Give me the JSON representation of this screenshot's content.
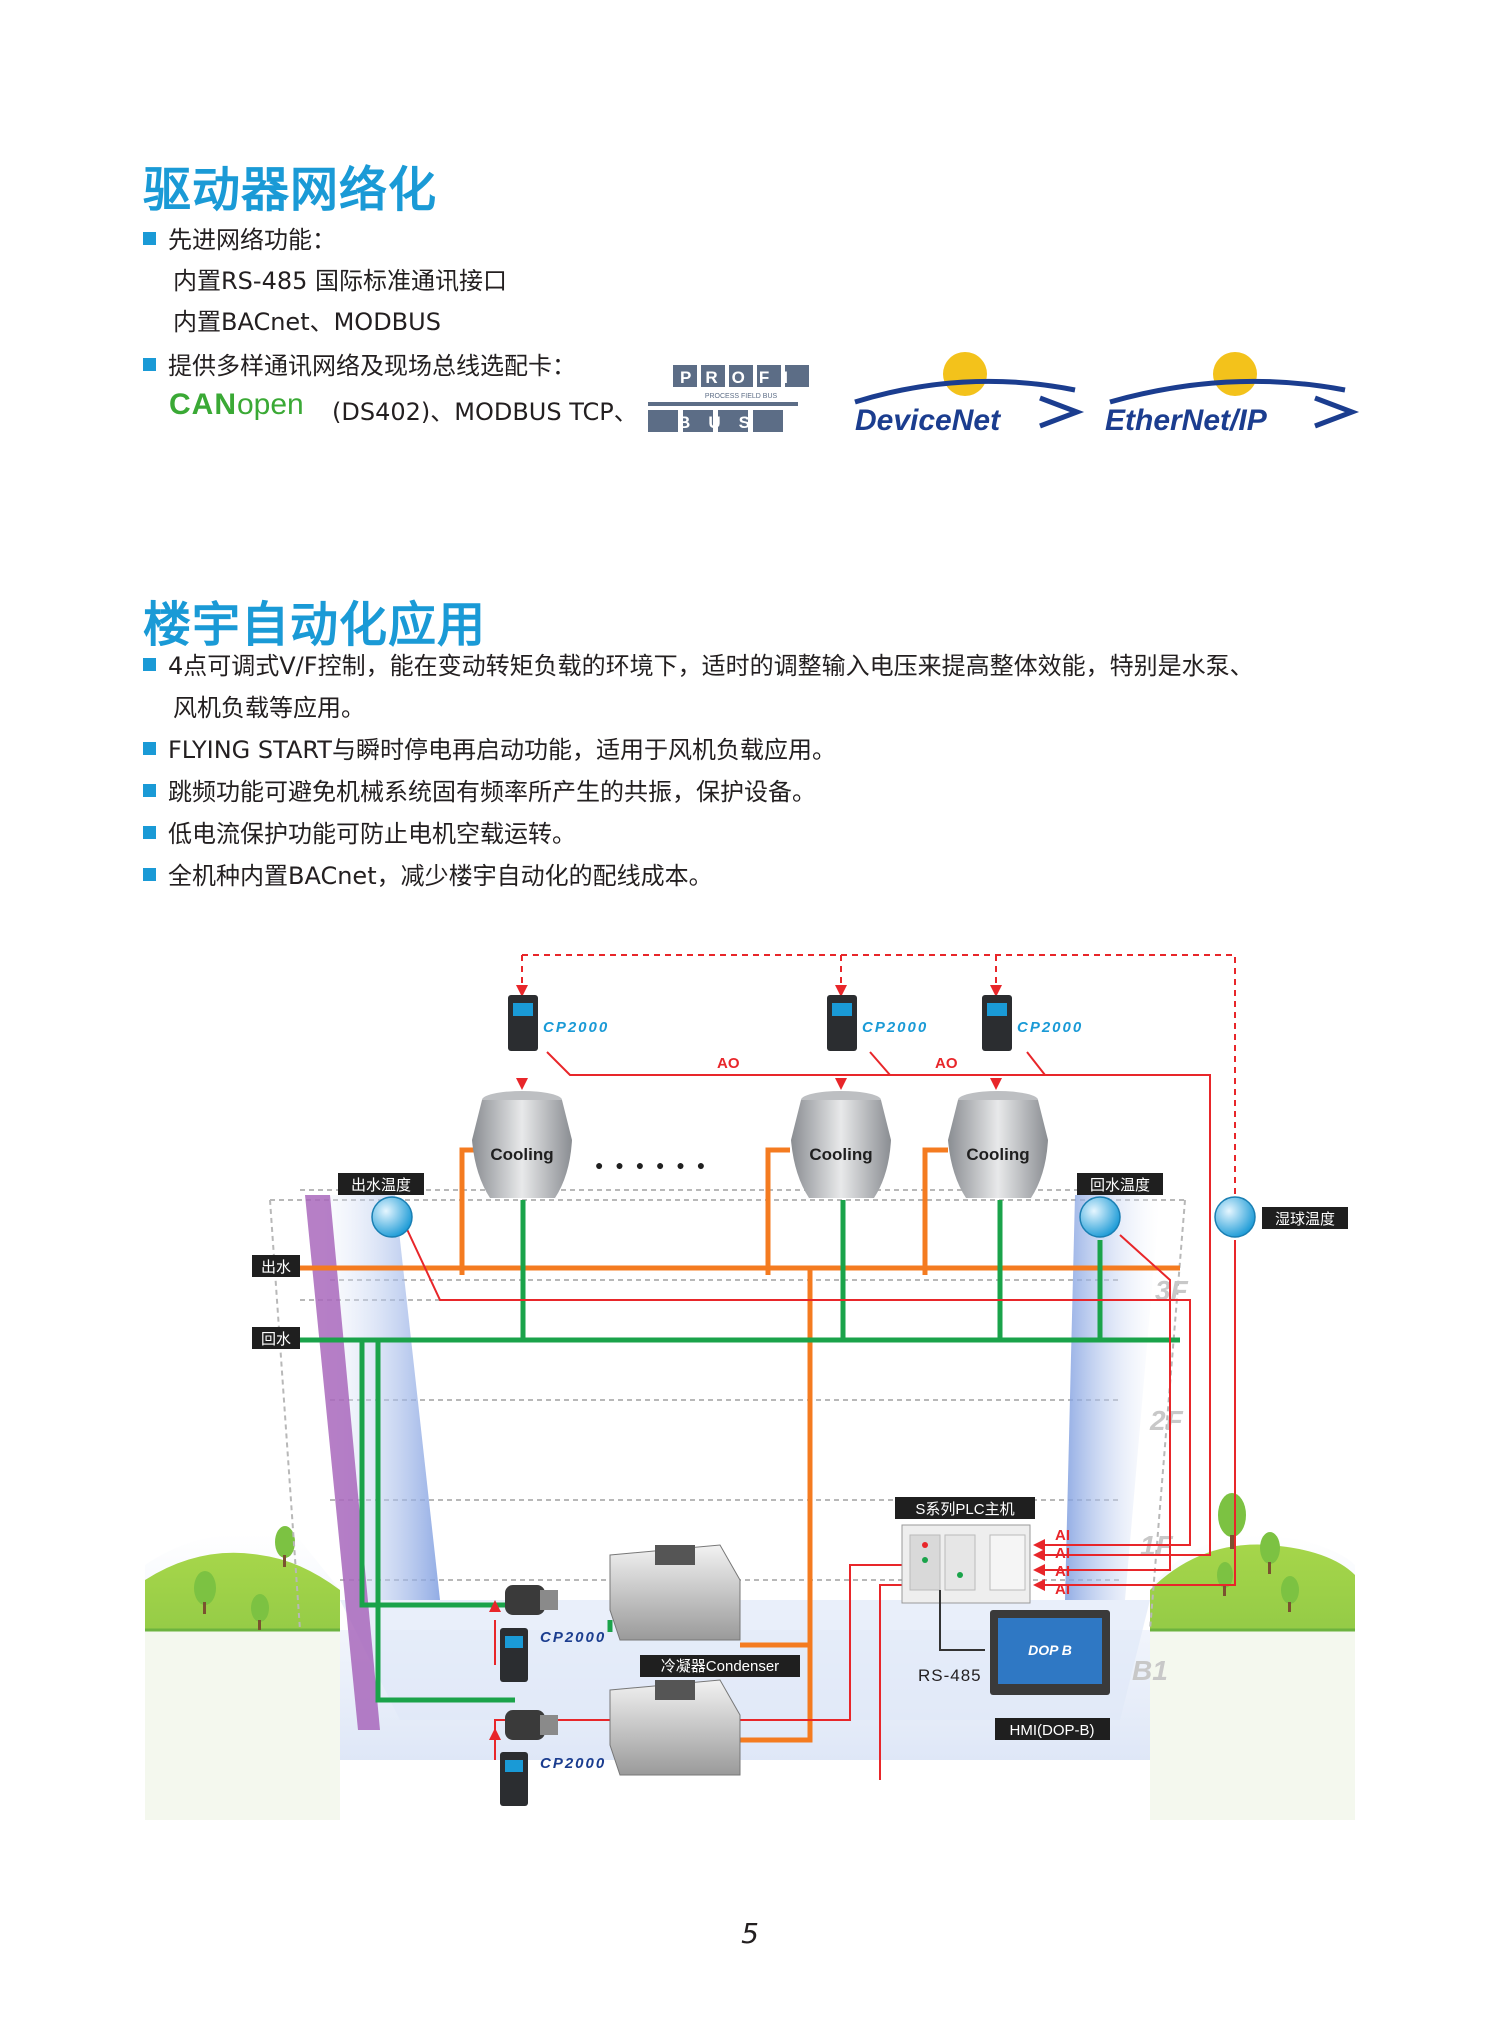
{
  "section1": {
    "title": "驱动器网络化",
    "items": [
      {
        "text": "先进网络功能：",
        "sub": [
          "内置RS-485 国际标准通讯接口",
          "内置BACnet、MODBUS"
        ]
      },
      {
        "text": "提供多样通讯网络及现场总线选配卡："
      }
    ],
    "fieldbus_text": "(DS402)、MODBUS TCP、",
    "logos": {
      "canopen_can": "CAN",
      "canopen_open": "open",
      "profibus_top": "PROFI",
      "profibus_bottom": "BUS",
      "profibus_small": "PROCESS FIELD BUS",
      "devicenet": "DeviceNet",
      "ethernetip": "EtherNet/IP"
    }
  },
  "section2": {
    "title": "楼宇自动化应用",
    "items": [
      {
        "line1": "4点可调式V/F控制，能在变动转矩负载的环境下，适时的调整输入电压来提高整体效能，特别是水泵、",
        "line2": "风机负载等应用。"
      },
      {
        "line1": "FLYING START与瞬时停电再启动功能，适用于风机负载应用。"
      },
      {
        "line1": "跳频功能可避免机械系统固有频率所产生的共振，保护设备。"
      },
      {
        "line1": "低电流保护功能可防止电机空载运转。"
      },
      {
        "line1": "全机种内置BACnet，减少楼宇自动化的配线成本。"
      }
    ]
  },
  "diagram": {
    "cp2000": "CP2000",
    "ao": "AO",
    "ai": "AI",
    "cooling": "Cooling",
    "outlet_temp": "出水温度",
    "return_temp": "回水温度",
    "wetbulb_temp": "湿球温度",
    "supply_water": "出水",
    "return_water": "回水",
    "floor_3f": "3F",
    "floor_2f": "2F",
    "floor_1f": "1F",
    "floor_b1": "B1",
    "plc": "S系列PLC主机",
    "condenser": "冷凝器Condenser",
    "rs485": "RS-485",
    "hmi": "HMI(DOP-B)",
    "hmi_screen": "DOP B",
    "dots": "● ● ● ● ● ●"
  },
  "page_number": "5",
  "colors": {
    "accent": "#1a9ad6",
    "orange_pipe": "#f47b20",
    "green_pipe": "#1aa34a",
    "red_signal": "#e8262a",
    "cp2000_blue": "#1a9ad6"
  }
}
